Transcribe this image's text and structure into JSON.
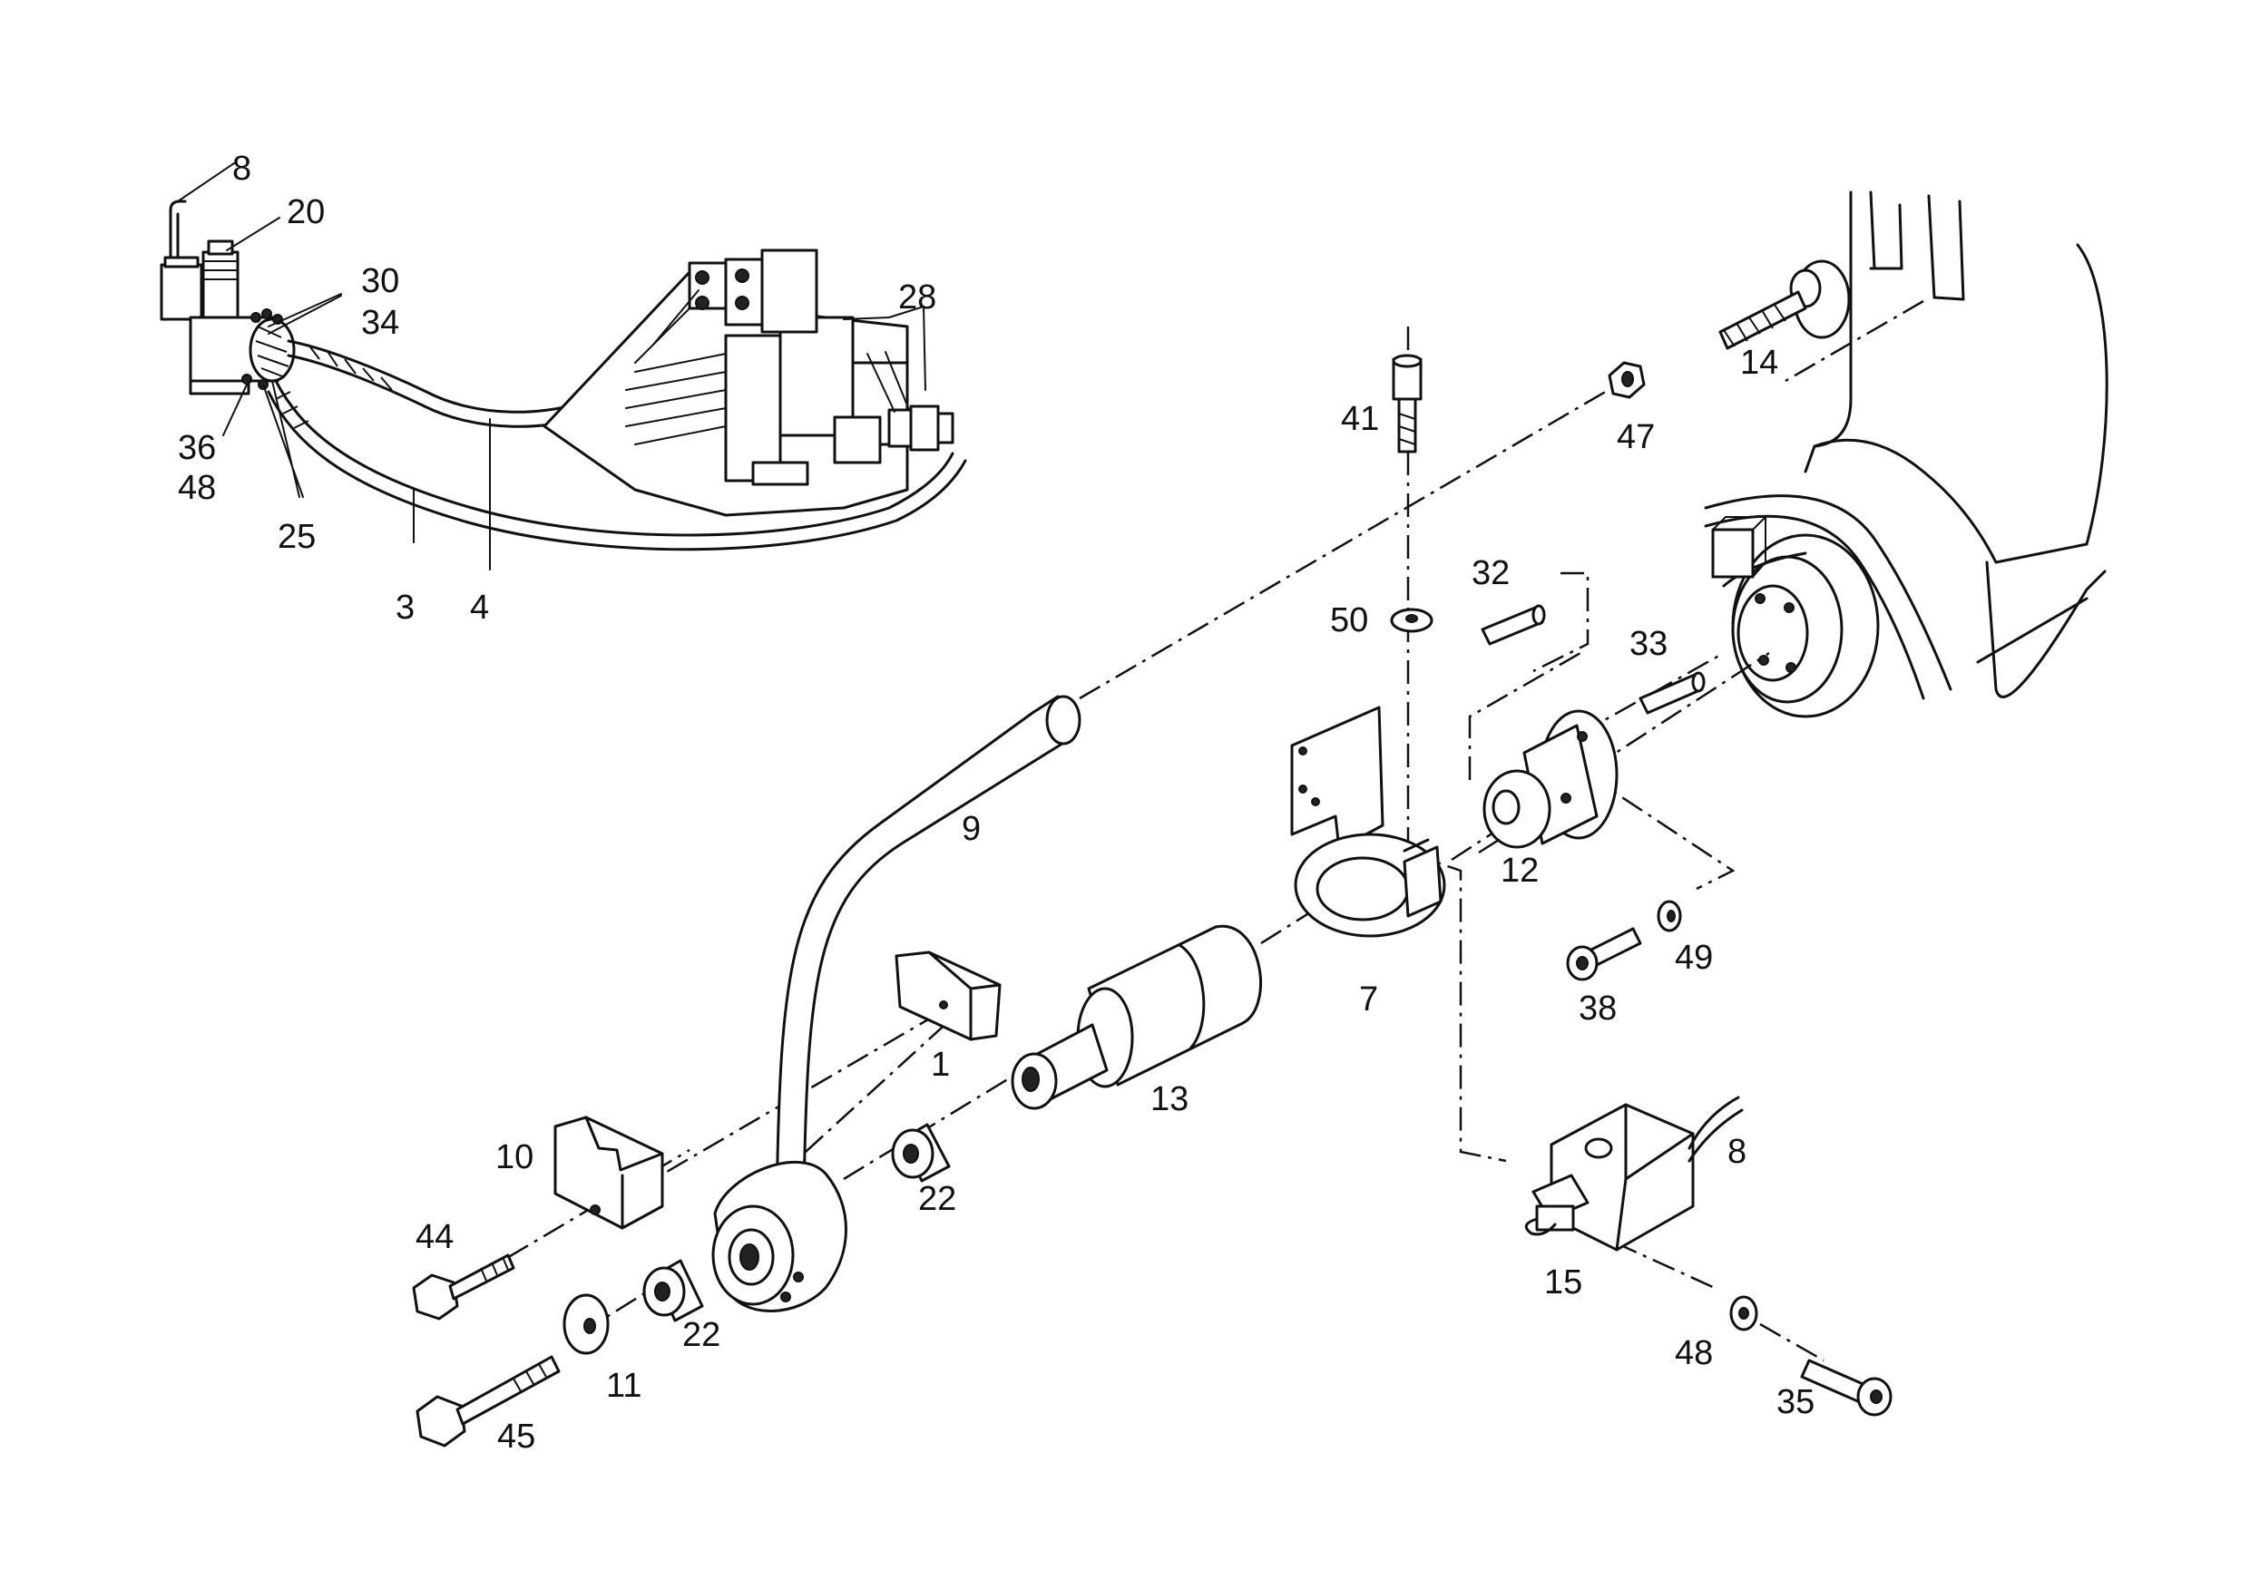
{
  "diagram": {
    "labels": {
      "p1": "1",
      "p3": "3",
      "p4": "4",
      "p7": "7",
      "p8_top": "8",
      "p8_right": "8",
      "p9": "9",
      "p10": "10",
      "p11": "11",
      "p12": "12",
      "p13": "13",
      "p14": "14",
      "p15": "15",
      "p20": "20",
      "p22_upper": "22",
      "p22_lower": "22",
      "p25": "25",
      "p28": "28",
      "p30": "30",
      "p32": "32",
      "p33": "33",
      "p34": "34",
      "p35": "35",
      "p36": "36",
      "p38": "38",
      "p41": "41",
      "p44": "44",
      "p45": "45",
      "p47": "47",
      "p48_left": "48",
      "p48_right": "48",
      "p49": "49",
      "p50": "50"
    }
  }
}
